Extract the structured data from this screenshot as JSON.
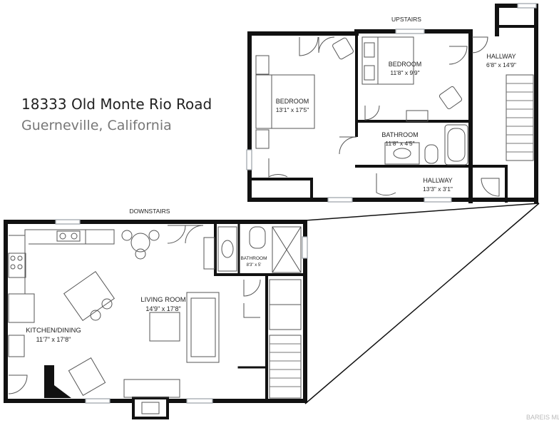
{
  "address": {
    "street": "18333 Old Monte Rio Road",
    "city": "Guerneville, California"
  },
  "upstairs": {
    "title": "UPSTAIRS",
    "rooms": [
      {
        "name": "BEDROOM",
        "size": "13'1\" x 17'5\""
      },
      {
        "name": "BEDROOM",
        "size": "11'8\" x 9'9\""
      },
      {
        "name": "HALLWAY",
        "size": "6'8\" x 14'9\""
      },
      {
        "name": "BATHROOM",
        "size": "11'8\" x 4'5\""
      },
      {
        "name": "HALLWAY",
        "size": "13'3\" x 3'1\""
      }
    ]
  },
  "downstairs": {
    "title": "DOWNSTAIRS",
    "rooms": [
      {
        "name": "LIVING ROOM",
        "size": "14'9\" x 17'8\""
      },
      {
        "name": "KITCHEN/DINING",
        "size": "11'7\" x 17'8\""
      },
      {
        "name": "BATHROOM",
        "size": "8'3\" x 5'"
      }
    ]
  },
  "watermark": "BAREIS MLS",
  "colors": {
    "wall": "#111111",
    "fixture": "#666666",
    "window": "#9aa0a6"
  }
}
